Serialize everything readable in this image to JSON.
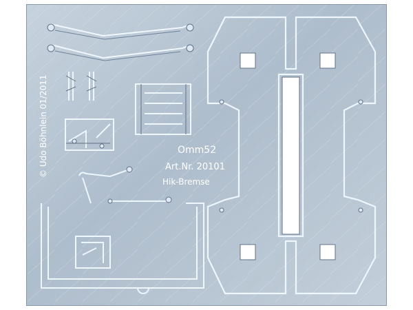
{
  "photo": {
    "subject": "photo-etched metal fret sheet",
    "copyright": "© Udo Böhnlein 01/2011",
    "model": "Omm52",
    "article": "Art.Nr. 20101",
    "variant": "Hik-Bremse",
    "colors": {
      "background": "#ffffff",
      "sheet": "#b9c6d3",
      "sheet_dark": "#8f9fb0",
      "etch_line": "#eef6ff",
      "etch_shadow": "#5f7187"
    }
  }
}
